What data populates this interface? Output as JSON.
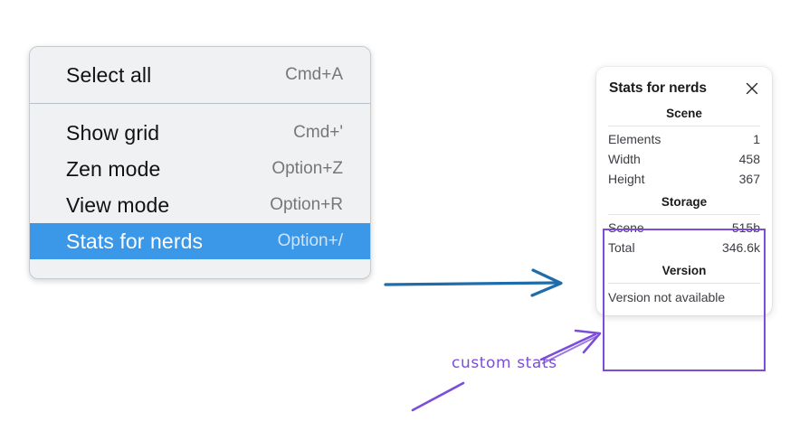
{
  "context_menu": {
    "groups": [
      {
        "items": [
          {
            "label": "Select all",
            "shortcut": "Cmd+A",
            "selected": false
          }
        ]
      },
      {
        "items": [
          {
            "label": "Show grid",
            "shortcut": "Cmd+'",
            "selected": false
          },
          {
            "label": "Zen mode",
            "shortcut": "Option+Z",
            "selected": false
          },
          {
            "label": "View mode",
            "shortcut": "Option+R",
            "selected": false
          },
          {
            "label": "Stats for nerds",
            "shortcut": "Option+/",
            "selected": true
          }
        ]
      }
    ],
    "highlight_color": "#3b97e8",
    "background_color": "#f0f1f3"
  },
  "stats_panel": {
    "title": "Stats for nerds",
    "close_icon": "close-icon",
    "sections": [
      {
        "heading": "Scene",
        "rows": [
          {
            "key": "Elements",
            "value": "1"
          },
          {
            "key": "Width",
            "value": "458"
          },
          {
            "key": "Height",
            "value": "367"
          }
        ]
      },
      {
        "heading": "Storage",
        "rows": [
          {
            "key": "Scene",
            "value": "515b"
          },
          {
            "key": "Total",
            "value": "346.6k"
          }
        ]
      },
      {
        "heading": "Version",
        "single_value": "Version not available"
      }
    ],
    "highlight_border_color": "#7c4ddb"
  },
  "annotations": {
    "blue_arrow": {
      "icon": "arrow-right-icon",
      "color": "#1f6cab"
    },
    "custom_stats": {
      "text": "custom stats",
      "color": "#7c4ddb"
    }
  }
}
